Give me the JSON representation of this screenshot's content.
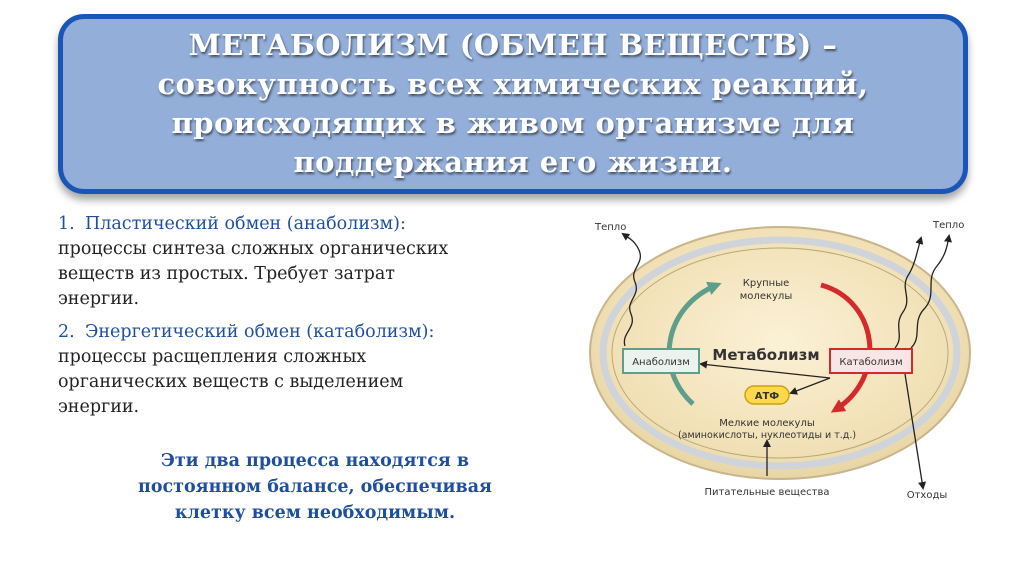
{
  "title": {
    "line1": "МЕТАБОЛИЗМ (ОБМЕН ВЕЩЕСТВ) –",
    "line2": "совокупность всех химических реакций,",
    "line3": "происходящих в живом организме для",
    "line4": "поддержания его жизни."
  },
  "items": [
    {
      "number": "1.",
      "heading": "Пластический обмен (анаболизм):",
      "lines": [
        "процессы синтеза сложных органических",
        "веществ из простых. Требует затрат",
        "энергии."
      ]
    },
    {
      "number": "2.",
      "heading": "Энергетический обмен (катаболизм):",
      "lines": [
        "процессы расщепления сложных",
        "органических веществ с выделением",
        "энергии."
      ]
    }
  ],
  "balance": {
    "line1": "Эти два процесса находятся в",
    "line2": "постоянном балансе, обеспечивая",
    "line3": "клетку всем необходимым."
  },
  "diagram": {
    "heat_left": "Тепло",
    "heat_right": "Тепло",
    "large_molecules_1": "Крупные",
    "large_molecules_2": "молекулы",
    "center": "Метаболизм",
    "anabolism": "Анаболизм",
    "catabolism": "Катаболизм",
    "atp": "АТФ",
    "small_molecules_1": "Мелкие молекулы",
    "small_molecules_2": "(аминокислоты, нуклеотиды и т.д.)",
    "nutrients": "Питательные вещества",
    "waste": "Отходы",
    "colors": {
      "anabolism_arrow": "#5f9e8a",
      "catabolism_arrow": "#d42a2a",
      "cell_fill": "#f1e1b8",
      "membrane": "#d3c39a"
    }
  }
}
